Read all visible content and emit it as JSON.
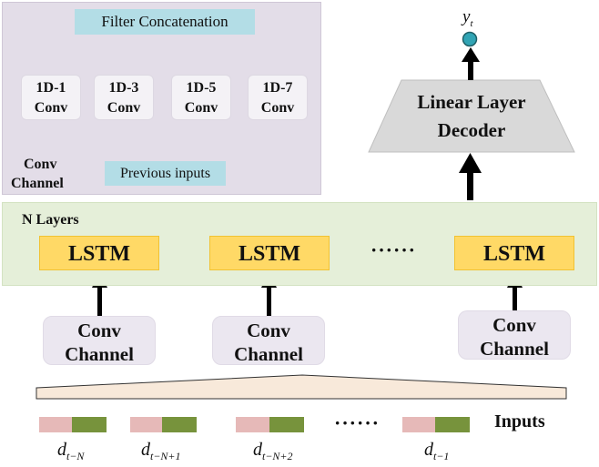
{
  "conv_detail": {
    "concat_label": "Filter Concatenation",
    "filters": [
      {
        "line1": "1D-1",
        "line2": "Conv"
      },
      {
        "line1": "1D-3",
        "line2": "Conv"
      },
      {
        "line1": "1D-5",
        "line2": "Conv"
      },
      {
        "line1": "1D-7",
        "line2": "Conv"
      }
    ],
    "previous_label": "Previous inputs",
    "channel_label_1": "Conv",
    "channel_label_2": "Channel"
  },
  "layers": {
    "n_layers_label": "N Layers",
    "lstm_label": "LSTM",
    "dots": "······"
  },
  "conv_channel": {
    "line1": "Conv",
    "line2": "Channel"
  },
  "decoder": {
    "line1": "Linear Layer",
    "line2": "Decoder"
  },
  "output": {
    "base": "y",
    "sub": "t"
  },
  "inputs": {
    "label": "Inputs",
    "dots": "······",
    "items": [
      {
        "base": "d",
        "sub": "t−N"
      },
      {
        "base": "d",
        "sub": "t−N+1"
      },
      {
        "base": "d",
        "sub": "t−N+2"
      },
      {
        "base": "d",
        "sub": "t−1"
      }
    ]
  },
  "colors": {
    "lstm": "#ffd966",
    "band": "#e5efd9",
    "panel": "#e3dde8",
    "concat": "#b3dde6",
    "decoder": "#d9d9d9",
    "output_node": "#31a4b4",
    "input_pink": "#e6b9b8",
    "input_green": "#77933c"
  }
}
